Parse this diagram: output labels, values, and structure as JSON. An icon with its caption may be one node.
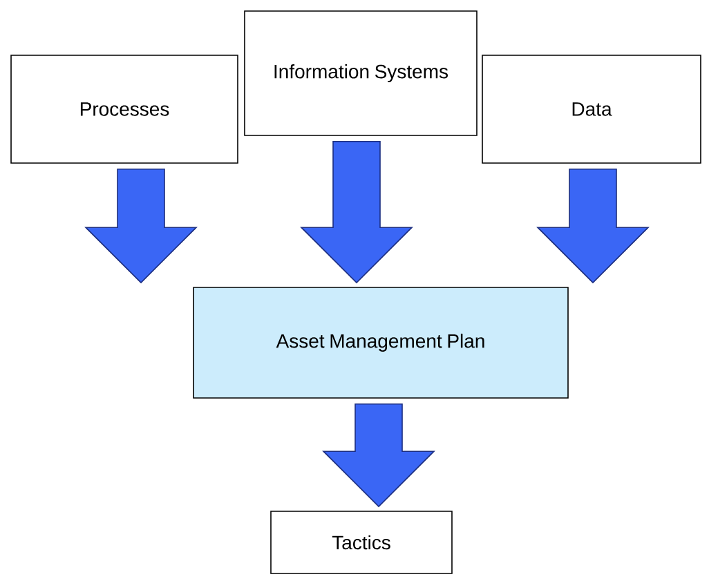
{
  "diagram": {
    "nodes": [
      {
        "text": [
          "Processes"
        ]
      },
      {
        "text": [
          "Information Systems"
        ]
      },
      {
        "text": [
          "Data"
        ]
      },
      {
        "text": [
          "Asset Management Plan"
        ]
      },
      {
        "text": [
          "Tactics"
        ]
      }
    ],
    "edges": [
      {
        "from": 0,
        "to": 3,
        "arrow": "to"
      },
      {
        "from": 1,
        "to": 3,
        "arrow": "to"
      },
      {
        "from": 2,
        "to": 3,
        "arrow": "to"
      },
      {
        "from": 3,
        "to": 4,
        "arrow": "to"
      }
    ]
  }
}
